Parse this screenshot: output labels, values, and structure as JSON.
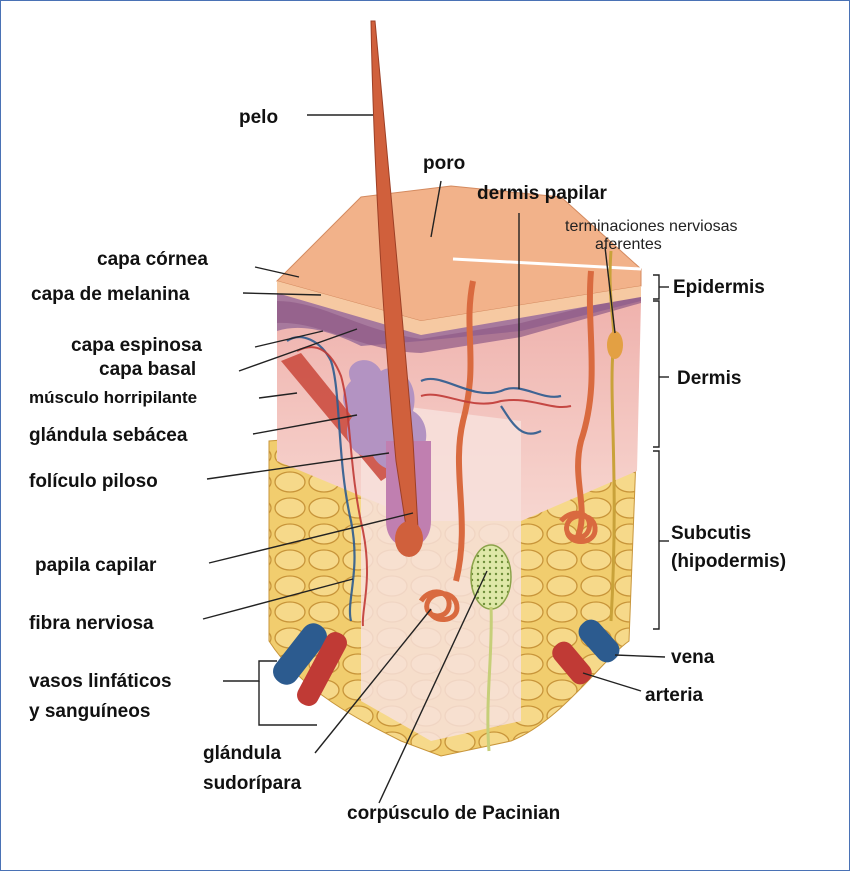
{
  "labels": {
    "pelo": "pelo",
    "poro": "poro",
    "dermis_papilar": "dermis papilar",
    "terminaciones_1": "terminaciones nerviosas",
    "terminaciones_2": "aferentes",
    "capa_cornea": "capa córnea",
    "capa_melanina": "capa de melanina",
    "epidermis": "Epidermis",
    "capa_espinosa": "capa espinosa",
    "capa_basal": "capa basal",
    "dermis": "Dermis",
    "musculo": "músculo horripilante",
    "glandula_sebacea": "glándula sebácea",
    "foliculo": "folículo piloso",
    "subcutis_1": "Subcutis",
    "subcutis_2": "(hipodermis)",
    "papila": "papila capilar",
    "fibra": "fibra nerviosa",
    "vasos_1": "vasos linfáticos",
    "vasos_2": "y sanguíneos",
    "vena": "vena",
    "arteria": "arteria",
    "glandula_sud_1": "glándula",
    "glandula_sud_2": "sudorípara",
    "pacinian": "corpúsculo de Pacinian"
  },
  "colors": {
    "frame": "#4a72b5",
    "epidermis": "#f2b28a",
    "melanin": "#a7799d",
    "dermis": "#f4c1b7",
    "fat": "#e9bf5e",
    "hair": "#d0603c",
    "vein": "#2c5b8f",
    "artery": "#c03a35"
  }
}
